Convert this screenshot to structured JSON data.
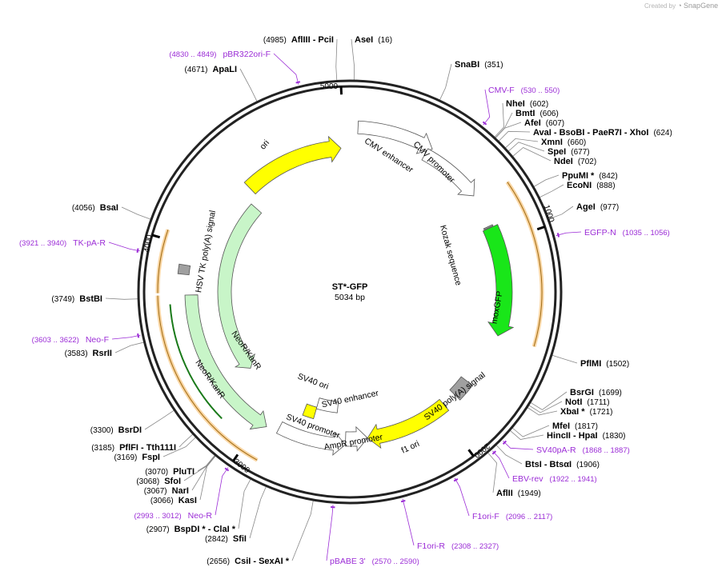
{
  "credit": {
    "prefix": "Created by",
    "brand": "SnapGene"
  },
  "plasmid": {
    "name": "ST*-GFP",
    "size_label": "5034 bp",
    "length": 5034
  },
  "ticks": [
    {
      "bp": 1000,
      "label": "1000"
    },
    {
      "bp": 2000,
      "label": "2000"
    },
    {
      "bp": 3000,
      "label": "3000"
    },
    {
      "bp": 4000,
      "label": "4000"
    },
    {
      "bp": 5000,
      "label": "5000"
    }
  ],
  "sites": [
    {
      "names": "AflIII  - PciI",
      "pos": "(4985)",
      "bp": 4985
    },
    {
      "names": "AseI",
      "pos": "(16)",
      "bp": 16
    },
    {
      "names": "SnaBI",
      "pos": "(351)",
      "bp": 351
    },
    {
      "names": "NheI",
      "pos": "(602)",
      "bp": 602
    },
    {
      "names": "BmtI",
      "pos": "(606)",
      "bp": 606
    },
    {
      "names": "AfeI",
      "pos": "(607)",
      "bp": 607
    },
    {
      "names": "AvaI  - BsoBI  - PaeR7I  - XhoI",
      "pos": "(624)",
      "bp": 624
    },
    {
      "names": "XmnI",
      "pos": "(660)",
      "bp": 660
    },
    {
      "names": "SpeI",
      "pos": "(677)",
      "bp": 677
    },
    {
      "names": "NdeI",
      "pos": "(702)",
      "bp": 702
    },
    {
      "names": "PpuMI *",
      "pos": "(842)",
      "bp": 842
    },
    {
      "names": "EcoNI",
      "pos": "(888)",
      "bp": 888
    },
    {
      "names": "AgeI",
      "pos": "(977)",
      "bp": 977
    },
    {
      "names": "PflMI",
      "pos": "(1502)",
      "bp": 1502
    },
    {
      "names": "BsrGI",
      "pos": "(1699)",
      "bp": 1699
    },
    {
      "names": "NotI",
      "pos": "(1711)",
      "bp": 1711
    },
    {
      "names": "XbaI *",
      "pos": "(1721)",
      "bp": 1721
    },
    {
      "names": "MfeI",
      "pos": "(1817)",
      "bp": 1817
    },
    {
      "names": "HincII  - HpaI",
      "pos": "(1830)",
      "bp": 1830
    },
    {
      "names": "BtsI  - BtsαI",
      "pos": "(1906)",
      "bp": 1906
    },
    {
      "names": "AflII",
      "pos": "(1949)",
      "bp": 1949
    },
    {
      "names": "CsiI  - SexAI *",
      "pos": "(2656)",
      "bp": 2656
    },
    {
      "names": "SfiI",
      "pos": "(2842)",
      "bp": 2842
    },
    {
      "names": "BspDI *  - ClaI *",
      "pos": "(2907)",
      "bp": 2907
    },
    {
      "names": "KasI",
      "pos": "(3066)",
      "bp": 3066
    },
    {
      "names": "NarI",
      "pos": "(3067)",
      "bp": 3067
    },
    {
      "names": "SfoI",
      "pos": "(3068)",
      "bp": 3068
    },
    {
      "names": "PluTI",
      "pos": "(3070)",
      "bp": 3070
    },
    {
      "names": "FspI",
      "pos": "(3169)",
      "bp": 3169
    },
    {
      "names": "PflFI  - Tth111I",
      "pos": "(3185)",
      "bp": 3185
    },
    {
      "names": "BsrDI",
      "pos": "(3300)",
      "bp": 3300
    },
    {
      "names": "RsrII",
      "pos": "(3583)",
      "bp": 3583
    },
    {
      "names": "BstBI",
      "pos": "(3749)",
      "bp": 3749
    },
    {
      "names": "BsaI",
      "pos": "(4056)",
      "bp": 4056
    },
    {
      "names": "ApaLI",
      "pos": "(4671)",
      "bp": 4671
    }
  ],
  "primers": [
    {
      "name": "pBR322ori-F",
      "range": "(4830 .. 4849)",
      "bp": 4840
    },
    {
      "name": "CMV-F",
      "range": "(530 .. 550)",
      "bp": 540
    },
    {
      "name": "EGFP-N",
      "range": "(1035 .. 1056)",
      "bp": 1045
    },
    {
      "name": "SV40pA-R",
      "range": "(1868 .. 1887)",
      "bp": 1877
    },
    {
      "name": "EBV-rev",
      "range": "(1922 .. 1941)",
      "bp": 1931
    },
    {
      "name": "F1ori-F",
      "range": "(2096 .. 2117)",
      "bp": 2106
    },
    {
      "name": "F1ori-R",
      "range": "(2308 .. 2327)",
      "bp": 2317
    },
    {
      "name": "pBABE 3'",
      "range": "(2570 .. 2590)",
      "bp": 2580
    },
    {
      "name": "Neo-R",
      "range": "(2993 .. 3012)",
      "bp": 3002
    },
    {
      "name": "Neo-F",
      "range": "(3603 .. 3622)",
      "bp": 3612
    },
    {
      "name": "TK-pA-R",
      "range": "(3921 .. 3940)",
      "bp": 3930
    }
  ],
  "features": [
    {
      "name": "ori",
      "color": "#ffff00"
    },
    {
      "name": "CMV enhancer",
      "color": "#ffffff"
    },
    {
      "name": "CMV promoter",
      "color": "#ffffff"
    },
    {
      "name": "Kozak sequence",
      "color": "#a0a0a0"
    },
    {
      "name": "moxGFP",
      "color": "#19e619"
    },
    {
      "name": "SV40 poly(A) signal",
      "color": "#a0a0a0"
    },
    {
      "name": "f1 ori",
      "color": "#ffff00"
    },
    {
      "name": "AmpR promoter",
      "color": "#ffffff"
    },
    {
      "name": "SV40 promoter",
      "color": "#ffffff"
    },
    {
      "name": "SV40 ori",
      "color": "#ffff00"
    },
    {
      "name": "SV40 enhancer",
      "color": "#ffffff"
    },
    {
      "name": "NeoR/KanR",
      "color": "#c8f5c8"
    },
    {
      "name": "HSV TK poly(A) signal",
      "color": "#a0a0a0"
    }
  ],
  "colors": {
    "primer": "#9b2cd6",
    "orf": "#f2a436",
    "backbone": "#222222"
  }
}
